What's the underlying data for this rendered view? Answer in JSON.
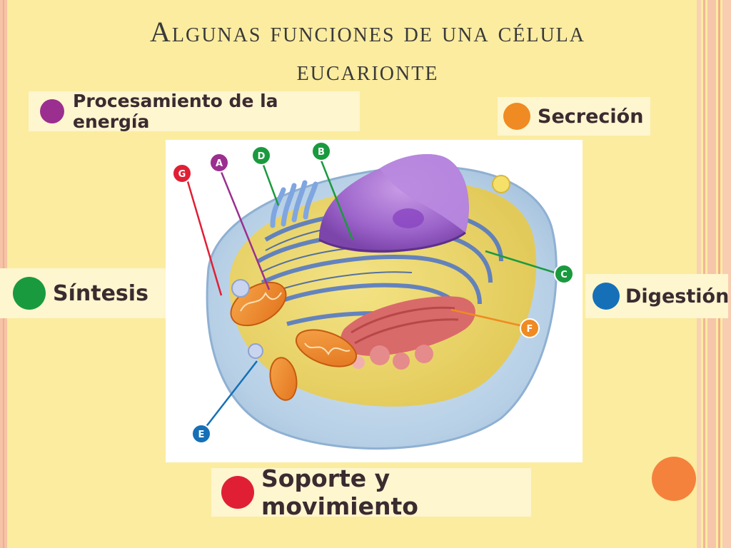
{
  "title": {
    "line1": "Algunas funciones de una célula",
    "line2": "eucarionte"
  },
  "labels": {
    "energia": {
      "text": "Procesamiento de la energía",
      "color": "#9b2f8f"
    },
    "secrecion": {
      "text": "Secreción",
      "color": "#f08a22"
    },
    "sintesis": {
      "text": "Síntesis",
      "color": "#1a9a3e"
    },
    "digestion": {
      "text": "Digestión",
      "color": "#1570b8"
    },
    "soporte": {
      "text": "Soporte y movimiento",
      "color": "#e01f35"
    }
  },
  "markers": {
    "A": {
      "letter": "A",
      "color": "#9b2f8f"
    },
    "B": {
      "letter": "B",
      "color": "#1a9a3e"
    },
    "C": {
      "letter": "C",
      "color": "#1a9a3e"
    },
    "D": {
      "letter": "D",
      "color": "#1a9a3e"
    },
    "E": {
      "letter": "E",
      "color": "#1570b8"
    },
    "F": {
      "letter": "F",
      "color": "#f08a22"
    },
    "G": {
      "letter": "G",
      "color": "#e01f35"
    }
  }
}
